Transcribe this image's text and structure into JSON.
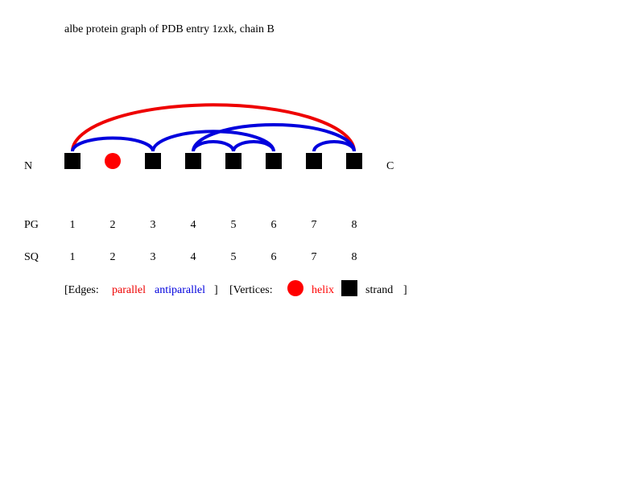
{
  "title": "albe protein graph of PDB entry 1zxk, chain B",
  "terminus": {
    "n": "N",
    "c": "C"
  },
  "row_labels": {
    "pg": "PG",
    "sq": "SQ"
  },
  "vertices": [
    {
      "pg": "1",
      "sq": "1",
      "type": "strand"
    },
    {
      "pg": "2",
      "sq": "2",
      "type": "helix"
    },
    {
      "pg": "3",
      "sq": "3",
      "type": "strand"
    },
    {
      "pg": "4",
      "sq": "4",
      "type": "strand"
    },
    {
      "pg": "5",
      "sq": "5",
      "type": "strand"
    },
    {
      "pg": "6",
      "sq": "6",
      "type": "strand"
    },
    {
      "pg": "7",
      "sq": "7",
      "type": "strand"
    },
    {
      "pg": "8",
      "sq": "8",
      "type": "strand"
    }
  ],
  "edges": [
    {
      "from": 1,
      "to": 8,
      "type": "parallel"
    },
    {
      "from": 1,
      "to": 3,
      "type": "antiparallel"
    },
    {
      "from": 3,
      "to": 6,
      "type": "antiparallel"
    },
    {
      "from": 4,
      "to": 8,
      "type": "antiparallel"
    },
    {
      "from": 4,
      "to": 5,
      "type": "antiparallel"
    },
    {
      "from": 5,
      "to": 6,
      "type": "antiparallel"
    },
    {
      "from": 7,
      "to": 8,
      "type": "antiparallel"
    }
  ],
  "legend": {
    "edges_open": "[Edges:",
    "parallel": "parallel",
    "antiparallel": "antiparallel",
    "edges_close": "]",
    "vertices_open": "[Vertices:",
    "helix": "helix",
    "strand": "strand",
    "vertices_close": "]"
  },
  "colors": {
    "parallel": "#ee0000",
    "antiparallel": "#0000dd",
    "helix": "#ff0000",
    "strand": "#000000",
    "text": "#000000"
  }
}
